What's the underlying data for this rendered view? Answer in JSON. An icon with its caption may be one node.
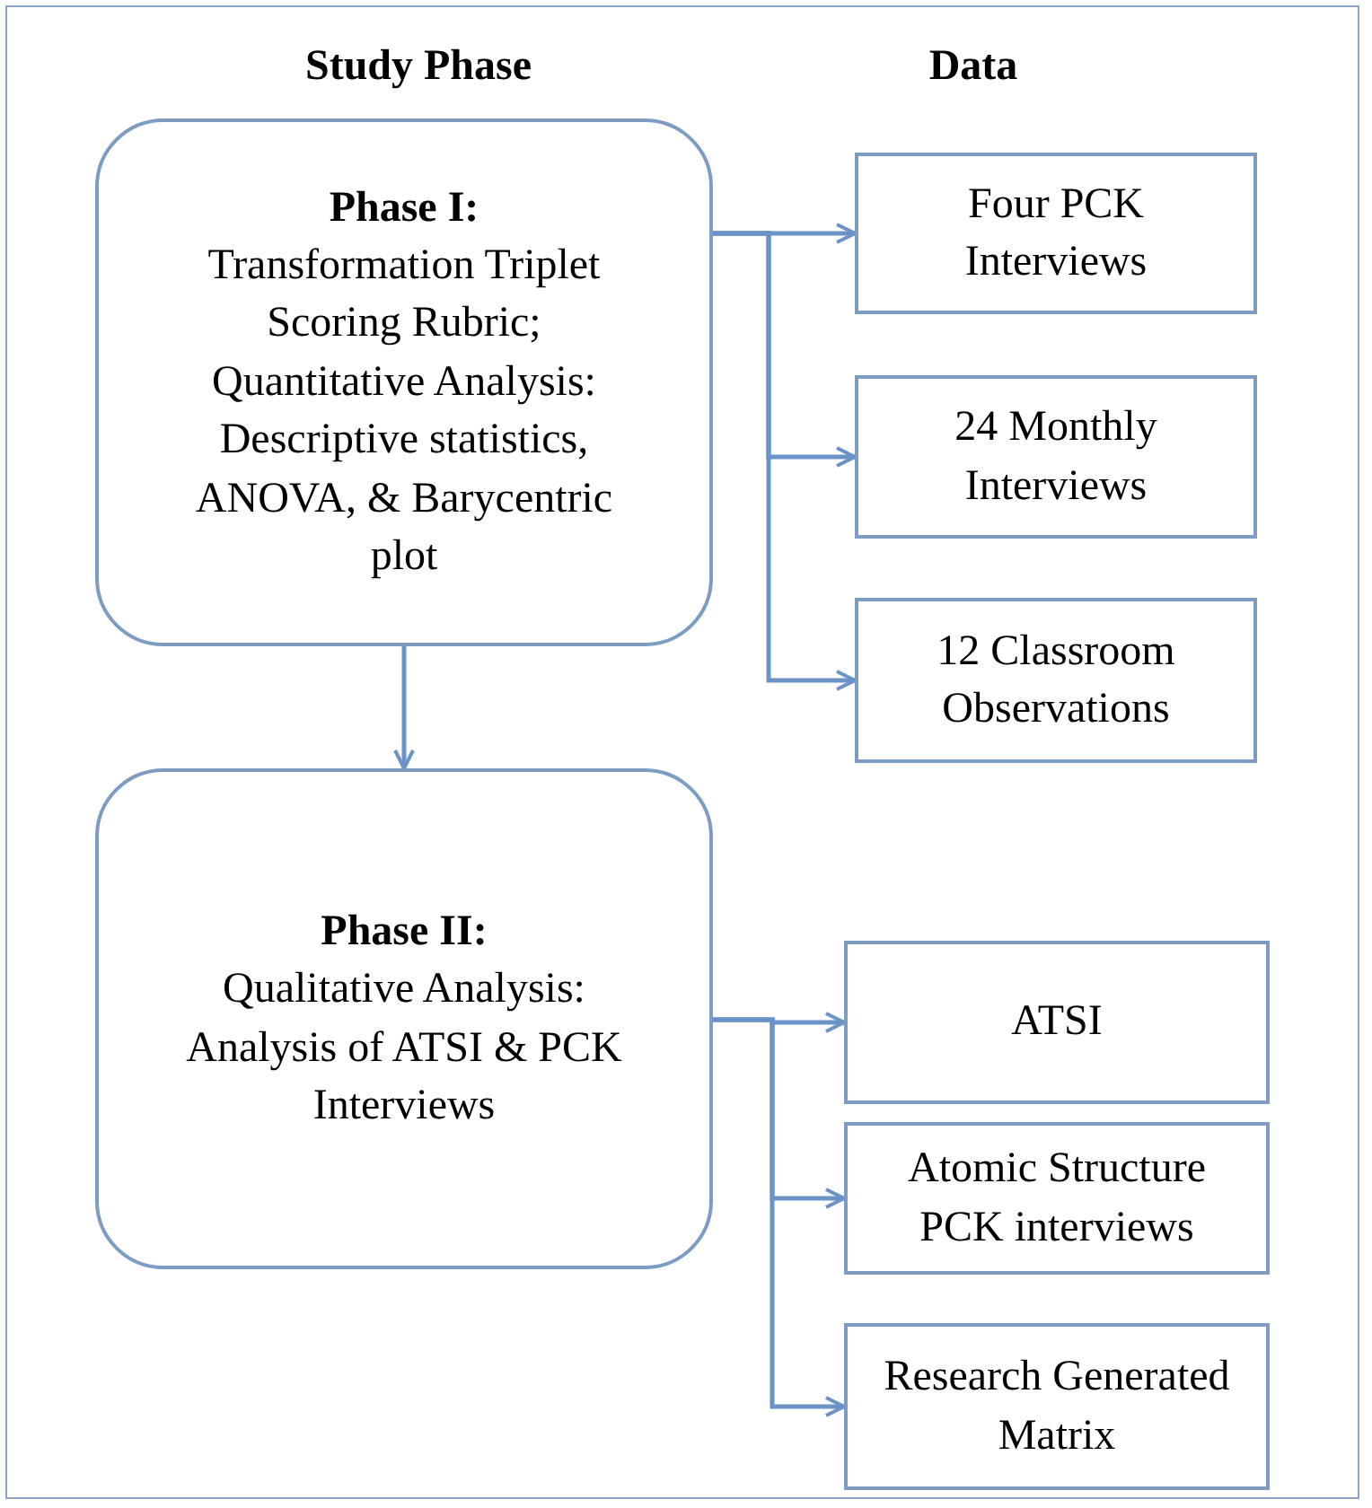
{
  "diagram": {
    "nodes": [
      {
        "text": [
          "Phase I:",
          "Transformation Triplet Scoring Rubric; Quantitative Analysis: Descriptive statistics, ANOVA, & Barycentric plot"
        ]
      },
      {
        "text": [
          "Four PCK Interviews"
        ]
      },
      {
        "text": [
          "24 Monthly Interviews"
        ]
      },
      {
        "text": [
          "12 Classroom Observations"
        ]
      },
      {
        "text": [
          "Phase II:",
          "Qualitative Analysis: Analysis of ATSI & PCK Interviews"
        ]
      },
      {
        "text": [
          "ATSI"
        ]
      },
      {
        "text": [
          "Atomic Structure PCK interviews"
        ]
      },
      {
        "text": [
          "Research Generated Matrix"
        ]
      }
    ],
    "edges": [
      {
        "from": 0,
        "to": 1,
        "arrow": "to"
      },
      {
        "from": 0,
        "to": 2,
        "arrow": "to"
      },
      {
        "from": 0,
        "to": 3,
        "arrow": "to"
      },
      {
        "from": 0,
        "to": 4,
        "arrow": "to"
      },
      {
        "from": 4,
        "to": 5,
        "arrow": "to"
      },
      {
        "from": 4,
        "to": 6,
        "arrow": "to"
      },
      {
        "from": 4,
        "to": 7,
        "arrow": "to"
      }
    ],
    "labels": [
      "Study Phase",
      "Data"
    ]
  }
}
